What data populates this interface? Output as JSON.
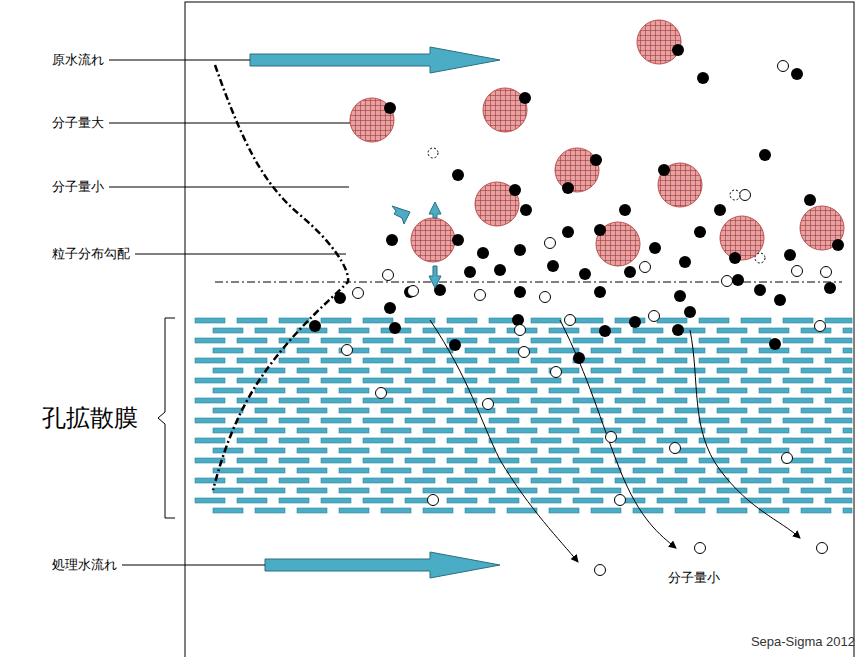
{
  "diagram": {
    "labels": [
      "原水流れ",
      "分子量大",
      "分子量小",
      "粒子分布勾配",
      "孔拡散膜",
      "処理水流れ",
      "分子量小",
      "Sepa-Sigma 2012"
    ]
  }
}
